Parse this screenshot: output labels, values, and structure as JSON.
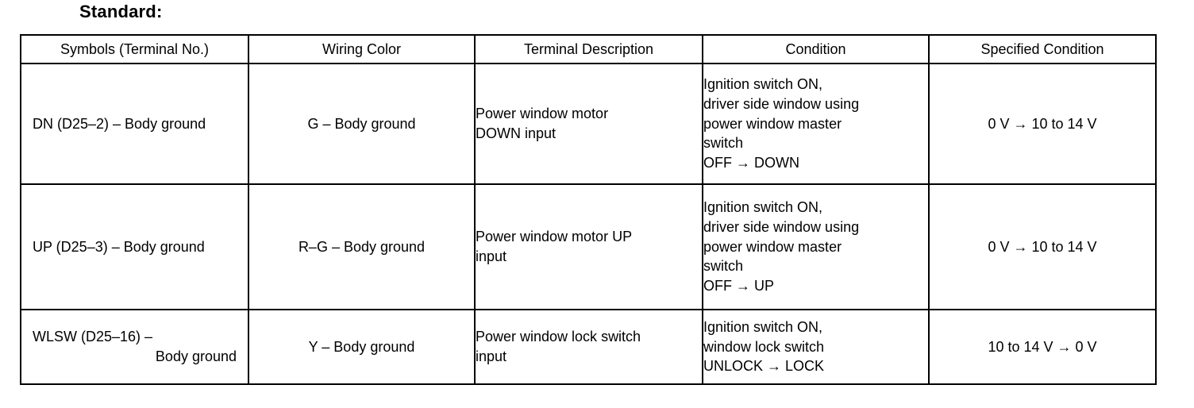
{
  "document": {
    "section_title": "Standard:"
  },
  "table": {
    "headers": [
      "Symbols (Terminal No.)",
      "Wiring Color",
      "Terminal Description",
      "Condition",
      "Specified Condition"
    ],
    "rows": [
      {
        "symbols": "DN (D25–2) – Body ground",
        "symbols_line1": "DN (D25–2) – Body ground",
        "symbols_line2": "",
        "wiring_color": "G – Body ground",
        "terminal_description": "Power window motor\nDOWN input",
        "condition": "Ignition switch ON,\ndriver side window using\npower window master\nswitch\nOFF → DOWN",
        "specified_condition": "0 V → 10 to 14 V"
      },
      {
        "symbols": "UP (D25–3) – Body ground",
        "symbols_line1": "UP (D25–3) – Body ground",
        "symbols_line2": "",
        "wiring_color": "R–G – Body ground",
        "terminal_description": "Power window motor UP\ninput",
        "condition": "Ignition switch ON,\ndriver side window using\npower window master\nswitch\nOFF → UP",
        "specified_condition": "0 V → 10 to 14 V"
      },
      {
        "symbols": "WLSW (D25–16) – Body ground",
        "symbols_line1": "WLSW (D25–16) –",
        "symbols_line2": "Body ground",
        "wiring_color": "Y – Body ground",
        "terminal_description": "Power window lock switch\ninput",
        "condition": "Ignition switch ON,\nwindow lock switch\nUNLOCK → LOCK",
        "specified_condition": "10 to 14 V → 0 V"
      }
    ]
  },
  "colors": {
    "background": "#ffffff",
    "text": "#000000",
    "border": "#000000"
  }
}
